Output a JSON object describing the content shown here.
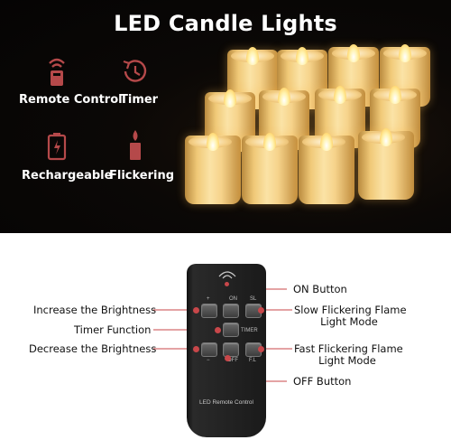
{
  "banner": {
    "title": "LED Candle Lights",
    "features": [
      {
        "label": "Remote Control",
        "icon": "remote-signal-icon"
      },
      {
        "label": "Timer",
        "icon": "timer-icon"
      },
      {
        "label": "Rechargeable",
        "icon": "battery-icon"
      },
      {
        "label": "Flickering",
        "icon": "candle-flame-icon"
      }
    ],
    "icon_color": "#b5494a"
  },
  "remote": {
    "button_labels": {
      "plus": "+",
      "on": "ON",
      "sl": "SL",
      "timer": "TIMER",
      "minus": "−",
      "off": "OFF",
      "fl": "F.L"
    },
    "caption": "LED Remote Control"
  },
  "callouts": {
    "on_button": "ON Button",
    "increase_brightness": "Increase the Brightness",
    "timer_function": "Timer Function",
    "decrease_brightness": "Decrease the Brightness",
    "slow_flicker": [
      "Slow Flickering Flame",
      "Light Mode"
    ],
    "fast_flicker": [
      "Fast Flickering Flame",
      "Light Mode"
    ],
    "off_button": "OFF Button"
  },
  "colors": {
    "callout_dot": "#c8474a",
    "banner_bg": "#0b0806",
    "text_dark": "#111111"
  }
}
